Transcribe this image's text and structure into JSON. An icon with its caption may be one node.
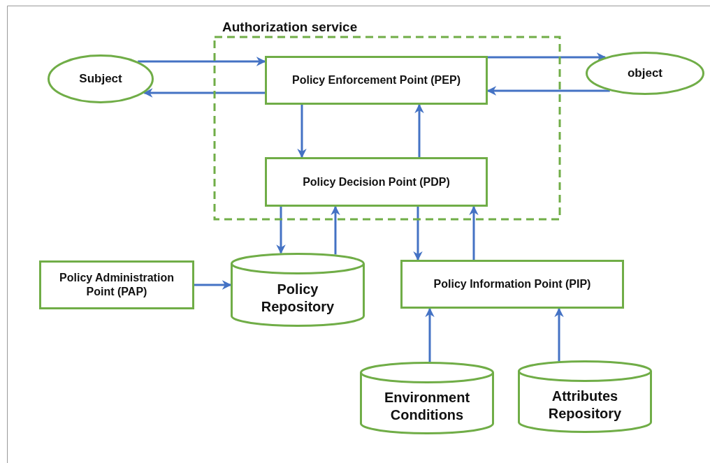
{
  "diagram": {
    "nodes": [
      {
        "text": [
          "Authorization service"
        ]
      },
      {
        "text": [
          "Subject"
        ]
      },
      {
        "text": [
          "object"
        ]
      },
      {
        "text": [
          "Policy Enforcement Point (PEP)"
        ],
        "in": 0
      },
      {
        "text": [
          "Policy Decision Point (PDP)"
        ],
        "in": 0
      },
      {
        "text": [
          "Policy Administration Point (PAP)"
        ]
      },
      {
        "text": [
          "Policy Repository"
        ]
      },
      {
        "text": [
          "Policy Information Point (PIP)"
        ]
      },
      {
        "text": [
          "Environment Conditions"
        ]
      },
      {
        "text": [
          "Attributes Repository"
        ]
      }
    ],
    "edges": [
      {
        "from": 1,
        "to": 3,
        "arrow": "to"
      },
      {
        "from": 3,
        "to": 1,
        "arrow": "to"
      },
      {
        "from": 3,
        "to": 2,
        "arrow": "to"
      },
      {
        "from": 2,
        "to": 3,
        "arrow": "to"
      },
      {
        "from": 3,
        "to": 4,
        "arrow": "to"
      },
      {
        "from": 4,
        "to": 3,
        "arrow": "to"
      },
      {
        "from": 4,
        "to": 6,
        "arrow": "to"
      },
      {
        "from": 6,
        "to": 4,
        "arrow": "to"
      },
      {
        "from": 4,
        "to": 7,
        "arrow": "to"
      },
      {
        "from": 7,
        "to": 4,
        "arrow": "to"
      },
      {
        "from": 5,
        "to": 6,
        "arrow": "to"
      },
      {
        "from": 8,
        "to": 7,
        "arrow": "to"
      },
      {
        "from": 9,
        "to": 7,
        "arrow": "to"
      }
    ]
  }
}
